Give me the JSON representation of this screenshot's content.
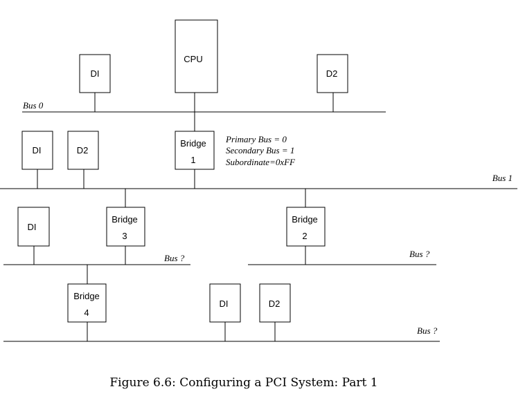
{
  "buses": {
    "bus0": "Bus 0",
    "bus1": "Bus 1",
    "bus_bridge3": "Bus ?",
    "bus_bridge2": "Bus ?",
    "bus_bridge4": "Bus ?"
  },
  "devices": {
    "bus0_d1": "DI",
    "cpu": "CPU",
    "bus0_d2": "D2",
    "bus1_d1": "DI",
    "bus1_d2": "D2",
    "bus3_d1": "DI",
    "bus4_d1": "DI",
    "bus4_d2": "D2"
  },
  "bridges": {
    "bridge1": {
      "label": "Bridge",
      "number": "1"
    },
    "bridge2": {
      "label": "Bridge",
      "number": "2"
    },
    "bridge3": {
      "label": "Bridge",
      "number": "3"
    },
    "bridge4": {
      "label": "Bridge",
      "number": "4"
    }
  },
  "bridge1_config": {
    "primary": "Primary Bus = 0",
    "secondary": "Secondary Bus = 1",
    "subordinate": "Subordinate=0xFF"
  },
  "caption": "Figure 6.6: Configuring a PCI System: Part 1"
}
